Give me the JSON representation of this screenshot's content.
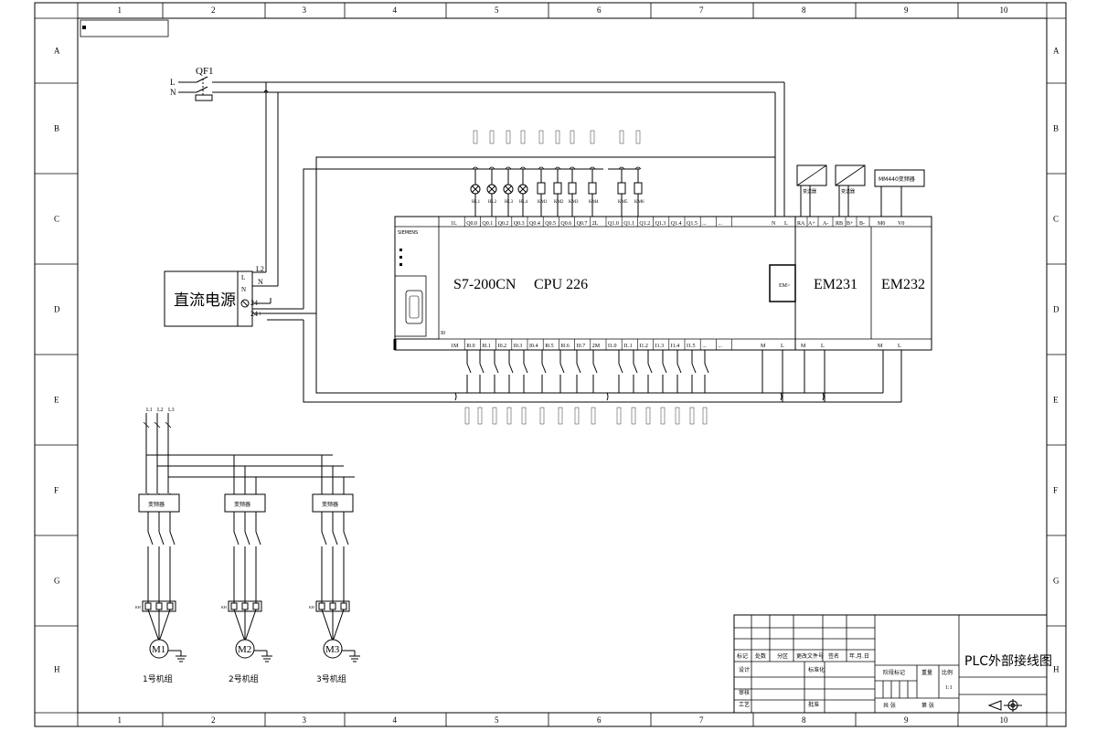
{
  "frame": {
    "col_numbers": [
      "1",
      "2",
      "3",
      "4",
      "5",
      "6",
      "7",
      "8",
      "9",
      "10"
    ],
    "row_letters": [
      "A",
      "B",
      "C",
      "D",
      "E",
      "F",
      "G",
      "H"
    ]
  },
  "power": {
    "breaker_label": "QF1",
    "line_label": "L",
    "neutral_label": "N",
    "dc_supply_label": "直流电源",
    "dc_term_l": "L",
    "dc_term_n": "N",
    "dc_term_l2": "L2",
    "dc_term_n2": "N",
    "dc_out_neg": "24-",
    "dc_out_pos": "24+"
  },
  "plc": {
    "model_label": "S7-200CN",
    "cpu_label": "CPU 226",
    "brand_label": "SIEMENS",
    "port_label": "I0",
    "output_terminals": [
      "1L",
      "Q0.0",
      "Q0.1",
      "Q0.2",
      "Q0.3",
      "Q0.4",
      "Q0.5",
      "Q0.6",
      "Q0.7",
      "2L",
      "Q1.0",
      "Q1.1",
      "Q1.2",
      "Q1.3",
      "Q1.4",
      "Q1.5",
      "...",
      "..."
    ],
    "output_power_terminals": [
      "N",
      "L"
    ],
    "input_terminals": [
      "1M",
      "I0.0",
      "I0.1",
      "I0.2",
      "I0.3",
      "I0.4",
      "I0.5",
      "I0.6",
      "I0.7",
      "2M",
      "I1.0",
      "I1.1",
      "I1.2",
      "I1.3",
      "I1.4",
      "I1.5",
      "...",
      "..."
    ],
    "input_power_terminals": [
      "M",
      "L"
    ],
    "output_devices": [
      "HL1",
      "HL2",
      "HL3",
      "HL4",
      "KM1",
      "KM2",
      "KM3",
      "KM4",
      "KM5",
      "KM6"
    ],
    "expansion_port_label": "EM>"
  },
  "modules": {
    "em231_label": "EM231",
    "em232_label": "EM232",
    "em231_terminals": [
      "RA",
      "A+",
      "A-",
      "RB",
      "B+",
      "B-"
    ],
    "em232_terminals": [
      "M0",
      "V0"
    ],
    "em231_power_terminals": [
      "M",
      "L"
    ],
    "em232_power_terminals": [
      "M",
      "L"
    ],
    "transmitter_1": "变送器",
    "transmitter_2": "变送器",
    "vfd_box_label": "MM440变频器"
  },
  "motors": {
    "source_labels": [
      "L1",
      "L2",
      "L3"
    ],
    "inverter_label": "变频器",
    "thermal_label": "KH",
    "units": [
      {
        "motor": "M1",
        "caption": "1号机组"
      },
      {
        "motor": "M2",
        "caption": "2号机组"
      },
      {
        "motor": "M3",
        "caption": "3号机组"
      }
    ]
  },
  "title_block": {
    "drawing_title": "PLC外部接线图",
    "header_cells": [
      "标记",
      "处数",
      "分区",
      "更改文件号",
      "签名",
      "年.月.日"
    ],
    "design_label": "设计",
    "standard_label": "标准化",
    "review_label": "审核",
    "process_label": "工艺",
    "approve_label": "批准",
    "stage_label": "阶段标记",
    "weight_label": "重量",
    "scale_label": "比例",
    "scale_value": "1:1",
    "sheets_label": "共  张",
    "sheet_label": "第  张"
  },
  "colors": {
    "ink": "#000000",
    "paper": "#ffffff"
  }
}
